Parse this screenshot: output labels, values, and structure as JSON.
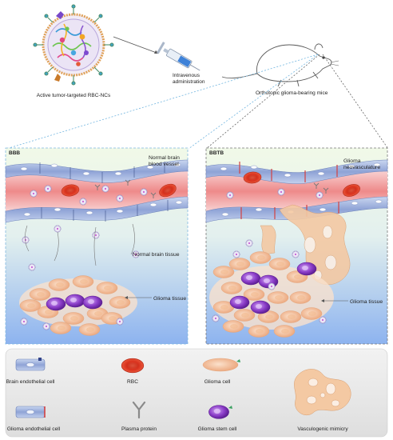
{
  "top": {
    "nanocarrier_label": "Active tumor-targeted RBC-NCs",
    "injection_label_line1": "Intravenous",
    "injection_label_line2": "administration",
    "mouse_label": "Orthotopic glioma-bearing mice"
  },
  "panel_left": {
    "tag": "BBB",
    "vessel_label_line1": "Normal brain",
    "vessel_label_line2": "blood vessel",
    "tissue_label": "Normal brain tissue",
    "glioma_label": "Glioma tissue"
  },
  "panel_right": {
    "tag": "BBTB",
    "vessel_label_line1": "Glioma",
    "vessel_label_line2": "neovasculature",
    "glioma_label": "Glioma tissue"
  },
  "legend": {
    "items": [
      {
        "label": "Brain endothelial cell",
        "icon": "brain-endothelial-cell"
      },
      {
        "label": "RBC",
        "icon": "red-blood-cell"
      },
      {
        "label": "Glioma cell",
        "icon": "glioma-cell"
      },
      {
        "label": "Glioma endothelial cell",
        "icon": "glioma-endothelial-cell"
      },
      {
        "label": "Plasma protein",
        "icon": "plasma-protein"
      },
      {
        "label": "Glioma stem cell",
        "icon": "glioma-stem-cell"
      },
      {
        "label": "Vasculogenic mimicry",
        "icon": "vasculogenic-mimicry"
      }
    ]
  },
  "colors": {
    "endothelium": "#9fb2dd",
    "blood": "#f2a0a0",
    "rbc": "#e2452e",
    "glioma_cell": "#f6caa6",
    "stem_cell": "#8e42c8",
    "panel_bg_top": "#eef8e6",
    "panel_bg_bottom": "#8fb6f0",
    "legend_bg": "#e6e6e6"
  }
}
